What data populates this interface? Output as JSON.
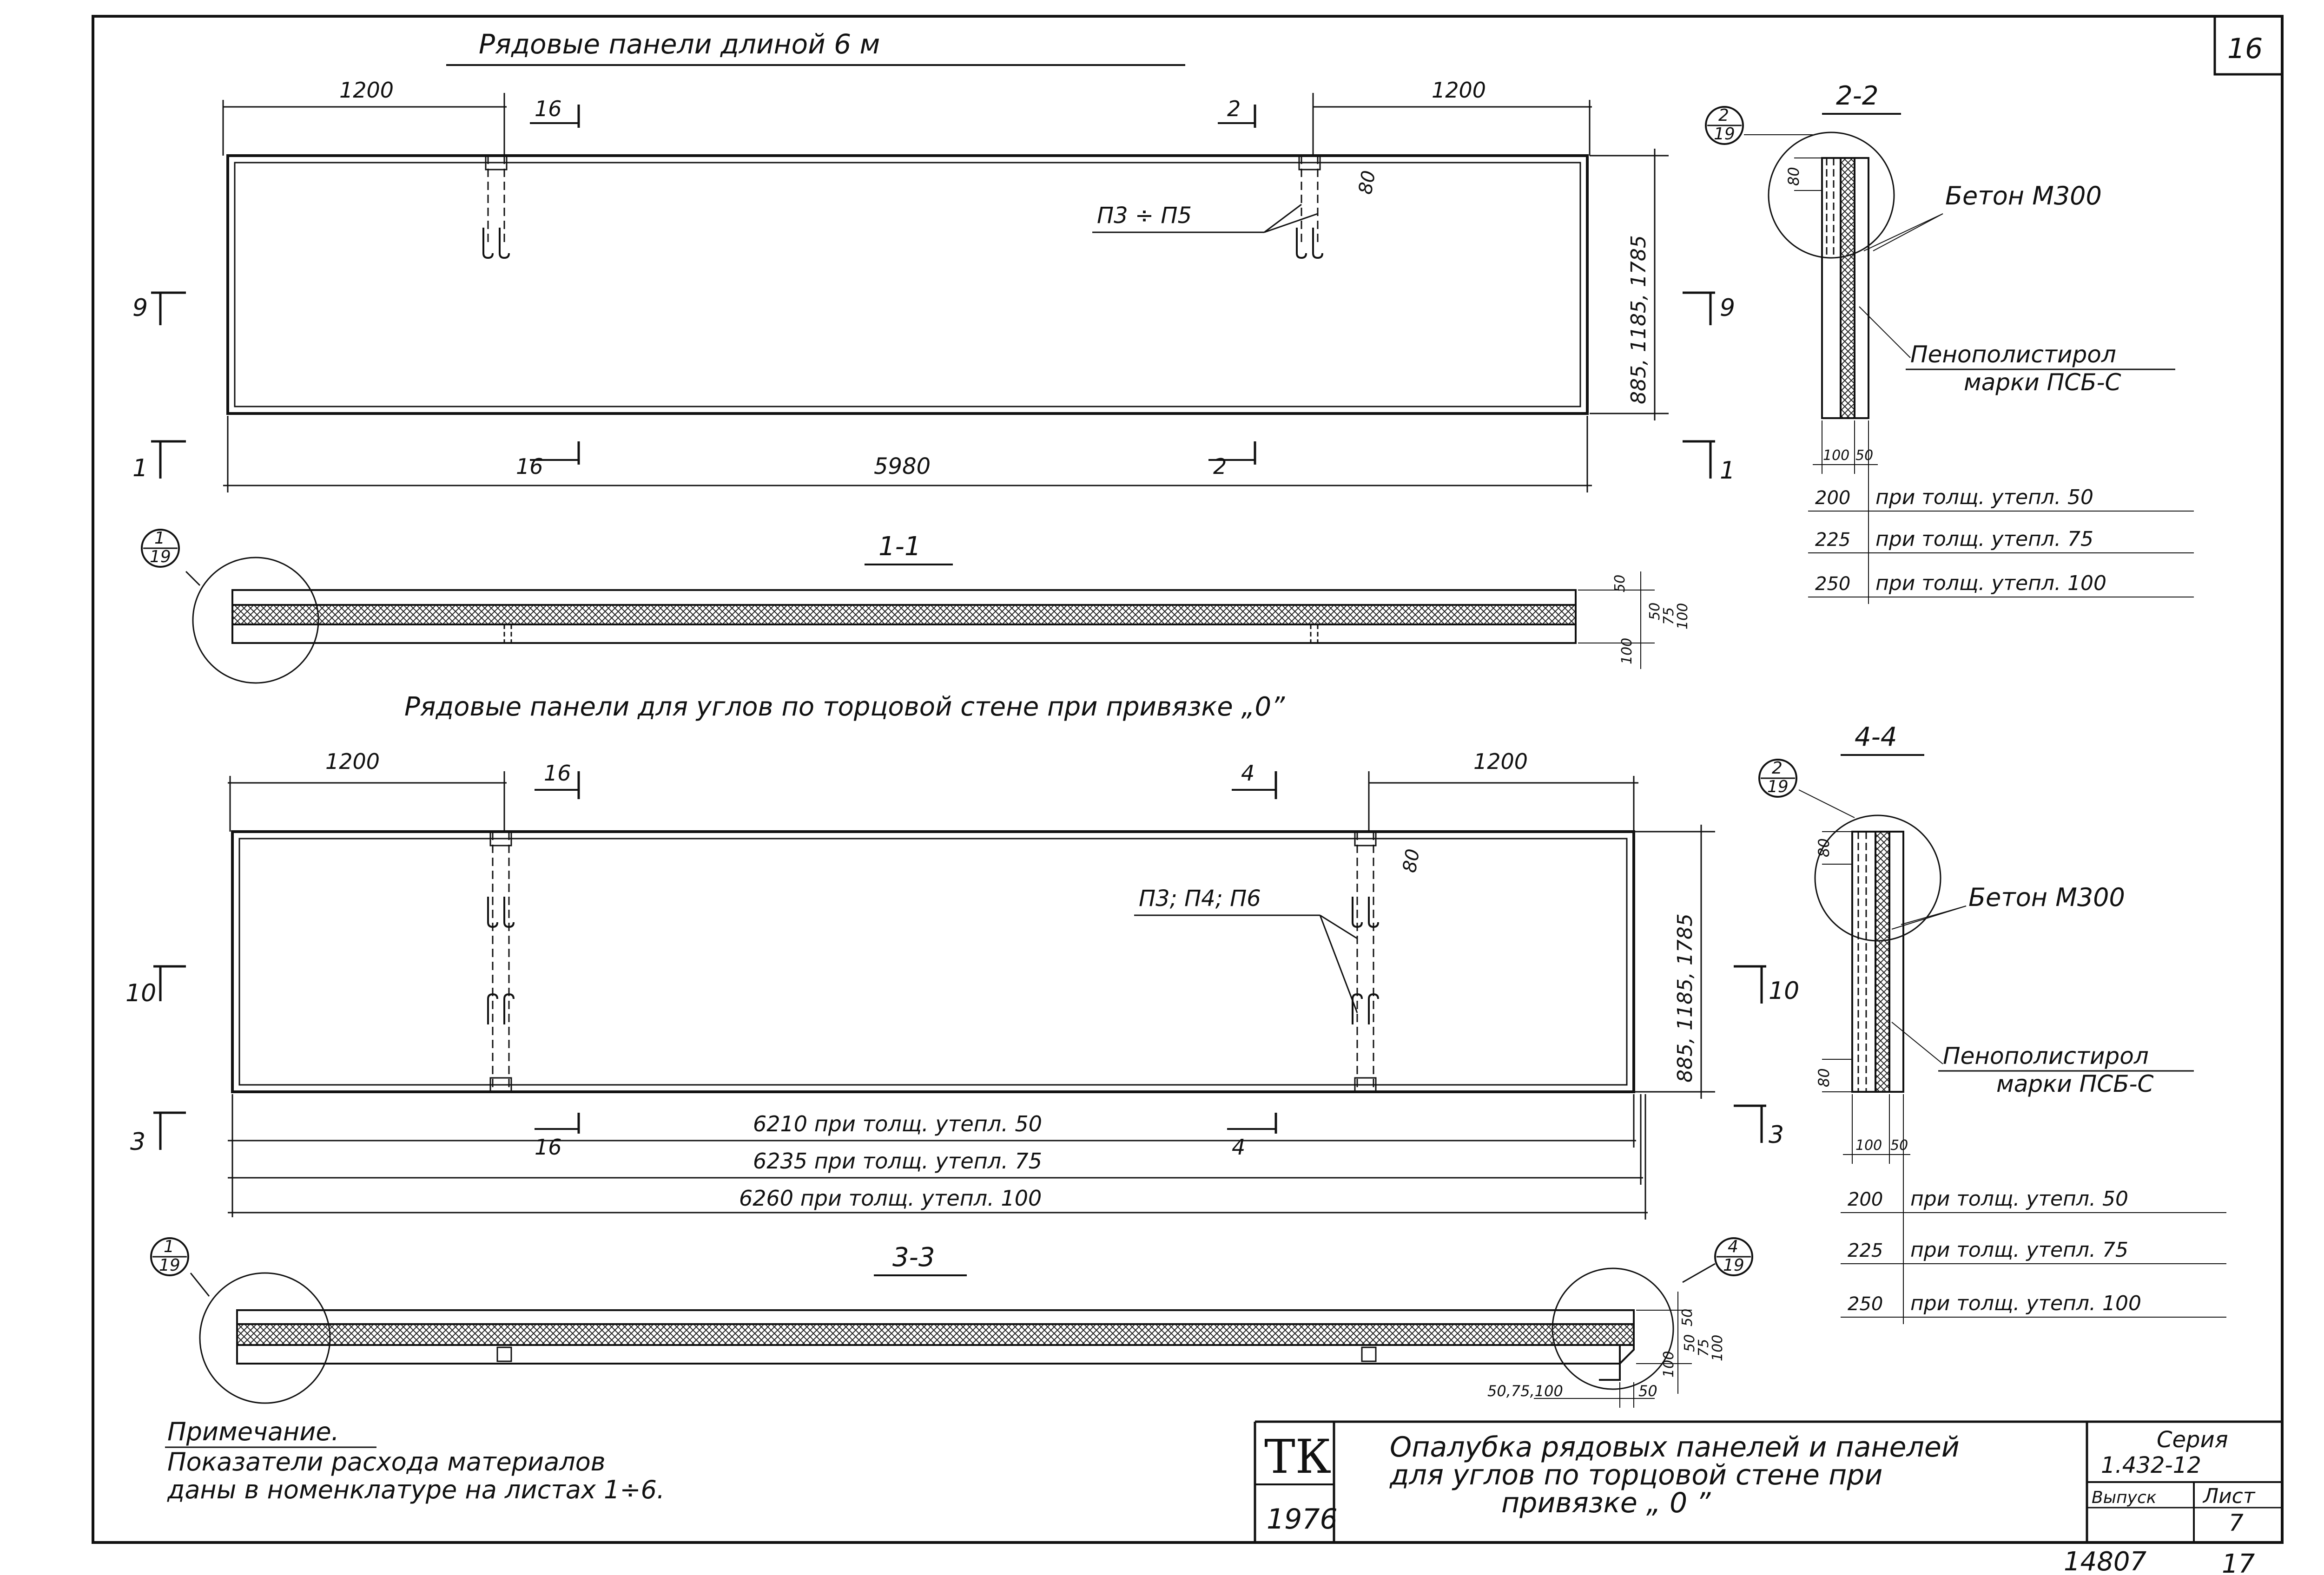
{
  "sheet": {
    "number": "16",
    "bottom_left_number": "14807",
    "bottom_right_number": "17"
  },
  "panel_a": {
    "title": "Рядовые панели длиной 6 м",
    "dim_left": "1200",
    "dim_right": "1200",
    "total_length": "5980",
    "mark_top_left": "16",
    "mark_top_right": "2",
    "mark_bottom_left": "16",
    "mark_bottom_right": "2",
    "loop_label": "П3 ÷ П5",
    "loop_offset": "80",
    "height_dims": "885, 1185, 1785",
    "sec_left_top": "9",
    "sec_right_top": "9",
    "sec_left_bottom": "1",
    "sec_right_bottom": "1"
  },
  "section_1_1": {
    "title": "1-1",
    "callout": {
      "top": "1",
      "bottom": "19"
    },
    "dims": [
      "50",
      "50",
      "75",
      "100",
      "100"
    ]
  },
  "section_2_2": {
    "title": "2-2",
    "callout": {
      "top": "2",
      "bottom": "19"
    },
    "dim_80": "80",
    "concrete": "Бетон М300",
    "insulation_1": "Пенополистирол",
    "insulation_2": "марки ПСБ-С",
    "dim_100": "100",
    "dim_50": "50",
    "rows": [
      {
        "size": "200",
        "text": "при толщ. утепл. 50"
      },
      {
        "size": "225",
        "text": "при толщ. утепл. 75"
      },
      {
        "size": "250",
        "text": "при толщ. утепл. 100"
      }
    ]
  },
  "panel_b": {
    "title": "Рядовые панели для углов по торцовой стене при привязке „0”",
    "dim_left": "1200",
    "dim_right": "1200",
    "mark_top_left": "16",
    "mark_top_right": "4",
    "mark_bottom_left": "16",
    "mark_bottom_right": "4",
    "loop_label": "П3; П4; П6",
    "loop_offset": "80",
    "height_dims": "885, 1185, 1785",
    "sec_left_top": "10",
    "sec_right_top": "10",
    "sec_left_bottom": "3",
    "sec_right_bottom": "3",
    "lengths": [
      "6210   при толщ. утепл. 50",
      "6235   при толщ. утепл. 75",
      "6260   при толщ. утепл. 100"
    ]
  },
  "section_3_3": {
    "title": "3-3",
    "callout_left": {
      "top": "1",
      "bottom": "19"
    },
    "callout_right": {
      "top": "4",
      "bottom": "19"
    },
    "dims": [
      "50",
      "50",
      "75",
      "100",
      "100"
    ],
    "bottom_dim_a": "50,75,100",
    "bottom_dim_b": "50"
  },
  "section_4_4": {
    "title": "4-4",
    "callout": {
      "top": "2",
      "bottom": "19"
    },
    "dim_80_top": "80",
    "dim_80_bottom": "80",
    "concrete": "Бетон М300",
    "insulation_1": "Пенополистирол",
    "insulation_2": "марки ПСБ-С",
    "dim_100": "100",
    "dim_50": "50",
    "rows": [
      {
        "size": "200",
        "text": "при толщ. утепл. 50"
      },
      {
        "size": "225",
        "text": "при толщ. утепл. 75"
      },
      {
        "size": "250",
        "text": "при толщ. утепл. 100"
      }
    ]
  },
  "note": {
    "heading": "Примечание.",
    "line1": "Показатели расхода материалов",
    "line2": "даны в номенклатуре на листах 1÷6."
  },
  "title_block": {
    "org": "ТК",
    "year": "1976",
    "title_1": "Опалубка рядовых панелей и панелей",
    "title_2": "для углов по торцовой стене при",
    "title_3": "привязке „ 0 ”",
    "series_label": "Серия",
    "series": "1.432-12",
    "issue_label": "Выпуск",
    "sheet_label": "Лист",
    "sheet_value": "7"
  }
}
